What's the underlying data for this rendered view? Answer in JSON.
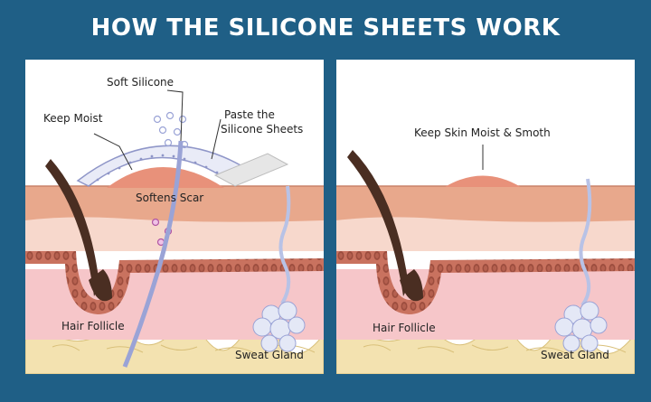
{
  "title": "HOW THE SILICONE SHEETS WORK",
  "colors": {
    "background": "#1f5f86",
    "epidermis": "#e8a88c",
    "dermis": "#f7d8cc",
    "cell_layer": "#c9725f",
    "lower_dermis": "#f6c6c9",
    "fat": "#f3e2b0",
    "hair": "#4a2e22",
    "scar": "#e8917a",
    "silicone": "#c8cce8",
    "nerve": "#9aa3d6"
  },
  "left_panel": {
    "labels": {
      "soft_silicone": "Soft Silicone",
      "keep_moist": "Keep Moist",
      "paste_line1": "Paste the",
      "paste_line2": "Silicone Sheets",
      "softens_scar": "Softens Scar",
      "hair_follicle": "Hair Follicle",
      "sweat_gland": "Sweat Gland"
    }
  },
  "right_panel": {
    "labels": {
      "keep_skin_moist": "Keep Skin Moist & Smoth",
      "hair_follicle": "Hair Follicle",
      "sweat_gland": "Sweat Gland"
    }
  }
}
